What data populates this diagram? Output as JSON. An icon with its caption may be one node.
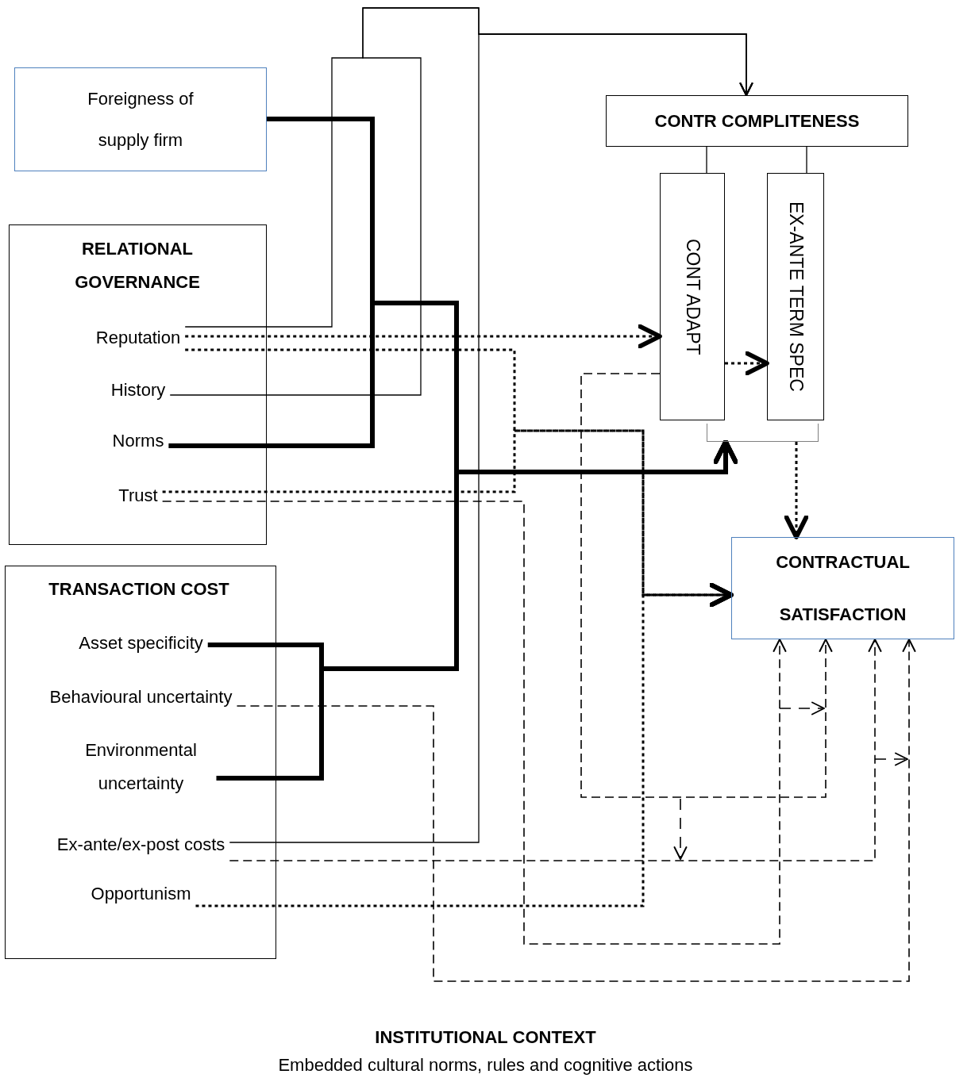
{
  "diagram": {
    "nodes": [
      {
        "text": [
          "Foreigness of supply firm"
        ]
      },
      {
        "text": [
          "RELATIONAL GOVERNANCE"
        ]
      },
      {
        "text": [
          "Reputation"
        ],
        "in": 1
      },
      {
        "text": [
          "History"
        ],
        "in": 1
      },
      {
        "text": [
          "Norms"
        ],
        "in": 1
      },
      {
        "text": [
          "Trust"
        ],
        "in": 1
      },
      {
        "text": [
          "TRANSACTION COST"
        ]
      },
      {
        "text": [
          "Asset specificity"
        ],
        "in": 6
      },
      {
        "text": [
          "Behavioural uncertainty"
        ],
        "in": 6
      },
      {
        "text": [
          "Environmental uncertainty"
        ],
        "in": 6
      },
      {
        "text": [
          "Ex-ante/ex-post costs"
        ],
        "in": 6
      },
      {
        "text": [
          "Opportunism"
        ],
        "in": 6
      },
      {
        "text": [
          "CONTR COMPLITENESS"
        ]
      },
      {
        "text": [
          "CONT ADAPT"
        ]
      },
      {
        "text": [
          "EX-ANTE TERM SPEC"
        ]
      },
      {
        "text": [
          "CONTRACTUAL SATISFACTION"
        ]
      },
      {
        "text": [],
        "shape": "bracket"
      }
    ],
    "edges": [
      {
        "from": 2,
        "to": 12,
        "arrow": "to"
      },
      {
        "from": 3,
        "to": 12,
        "arrow": "to"
      },
      {
        "from": 10,
        "to": 12,
        "arrow": "to"
      },
      {
        "from": 12,
        "to": 13,
        "arrow": "none"
      },
      {
        "from": 12,
        "to": 14,
        "arrow": "none"
      },
      {
        "from": 0,
        "to": 16,
        "arrow": "to",
        "style": "thick"
      },
      {
        "from": 4,
        "to": 16,
        "arrow": "to",
        "style": "thick"
      },
      {
        "from": 7,
        "to": 16,
        "arrow": "to",
        "style": "thick"
      },
      {
        "from": 9,
        "to": 16,
        "arrow": "to",
        "style": "thick"
      },
      {
        "from": 2,
        "to": 13,
        "arrow": "to",
        "style": "dashed"
      },
      {
        "from": 13,
        "to": 14,
        "arrow": "to",
        "style": "dashed"
      },
      {
        "from": 16,
        "to": 15,
        "arrow": "to",
        "style": "dashed"
      },
      {
        "from": 2,
        "to": 15,
        "arrow": "to",
        "style": "dashed"
      },
      {
        "from": 5,
        "to": 15,
        "arrow": "to",
        "style": "dashed"
      },
      {
        "from": 11,
        "to": 15,
        "arrow": "to",
        "style": "dashed"
      },
      {
        "from": 5,
        "to": 15,
        "arrow": "to",
        "style": "dashed"
      },
      {
        "from": 8,
        "to": 15,
        "arrow": "to",
        "style": "dashed"
      },
      {
        "from": 13,
        "to": 15,
        "arrow": "to",
        "style": "dashed"
      },
      {
        "from": 10,
        "to": 15,
        "arrow": "to",
        "style": "dashed"
      }
    ],
    "labels": [
      "INSTITUTIONAL CONTEXT",
      "Embedded cultural norms, rules and cognitive actions"
    ]
  }
}
